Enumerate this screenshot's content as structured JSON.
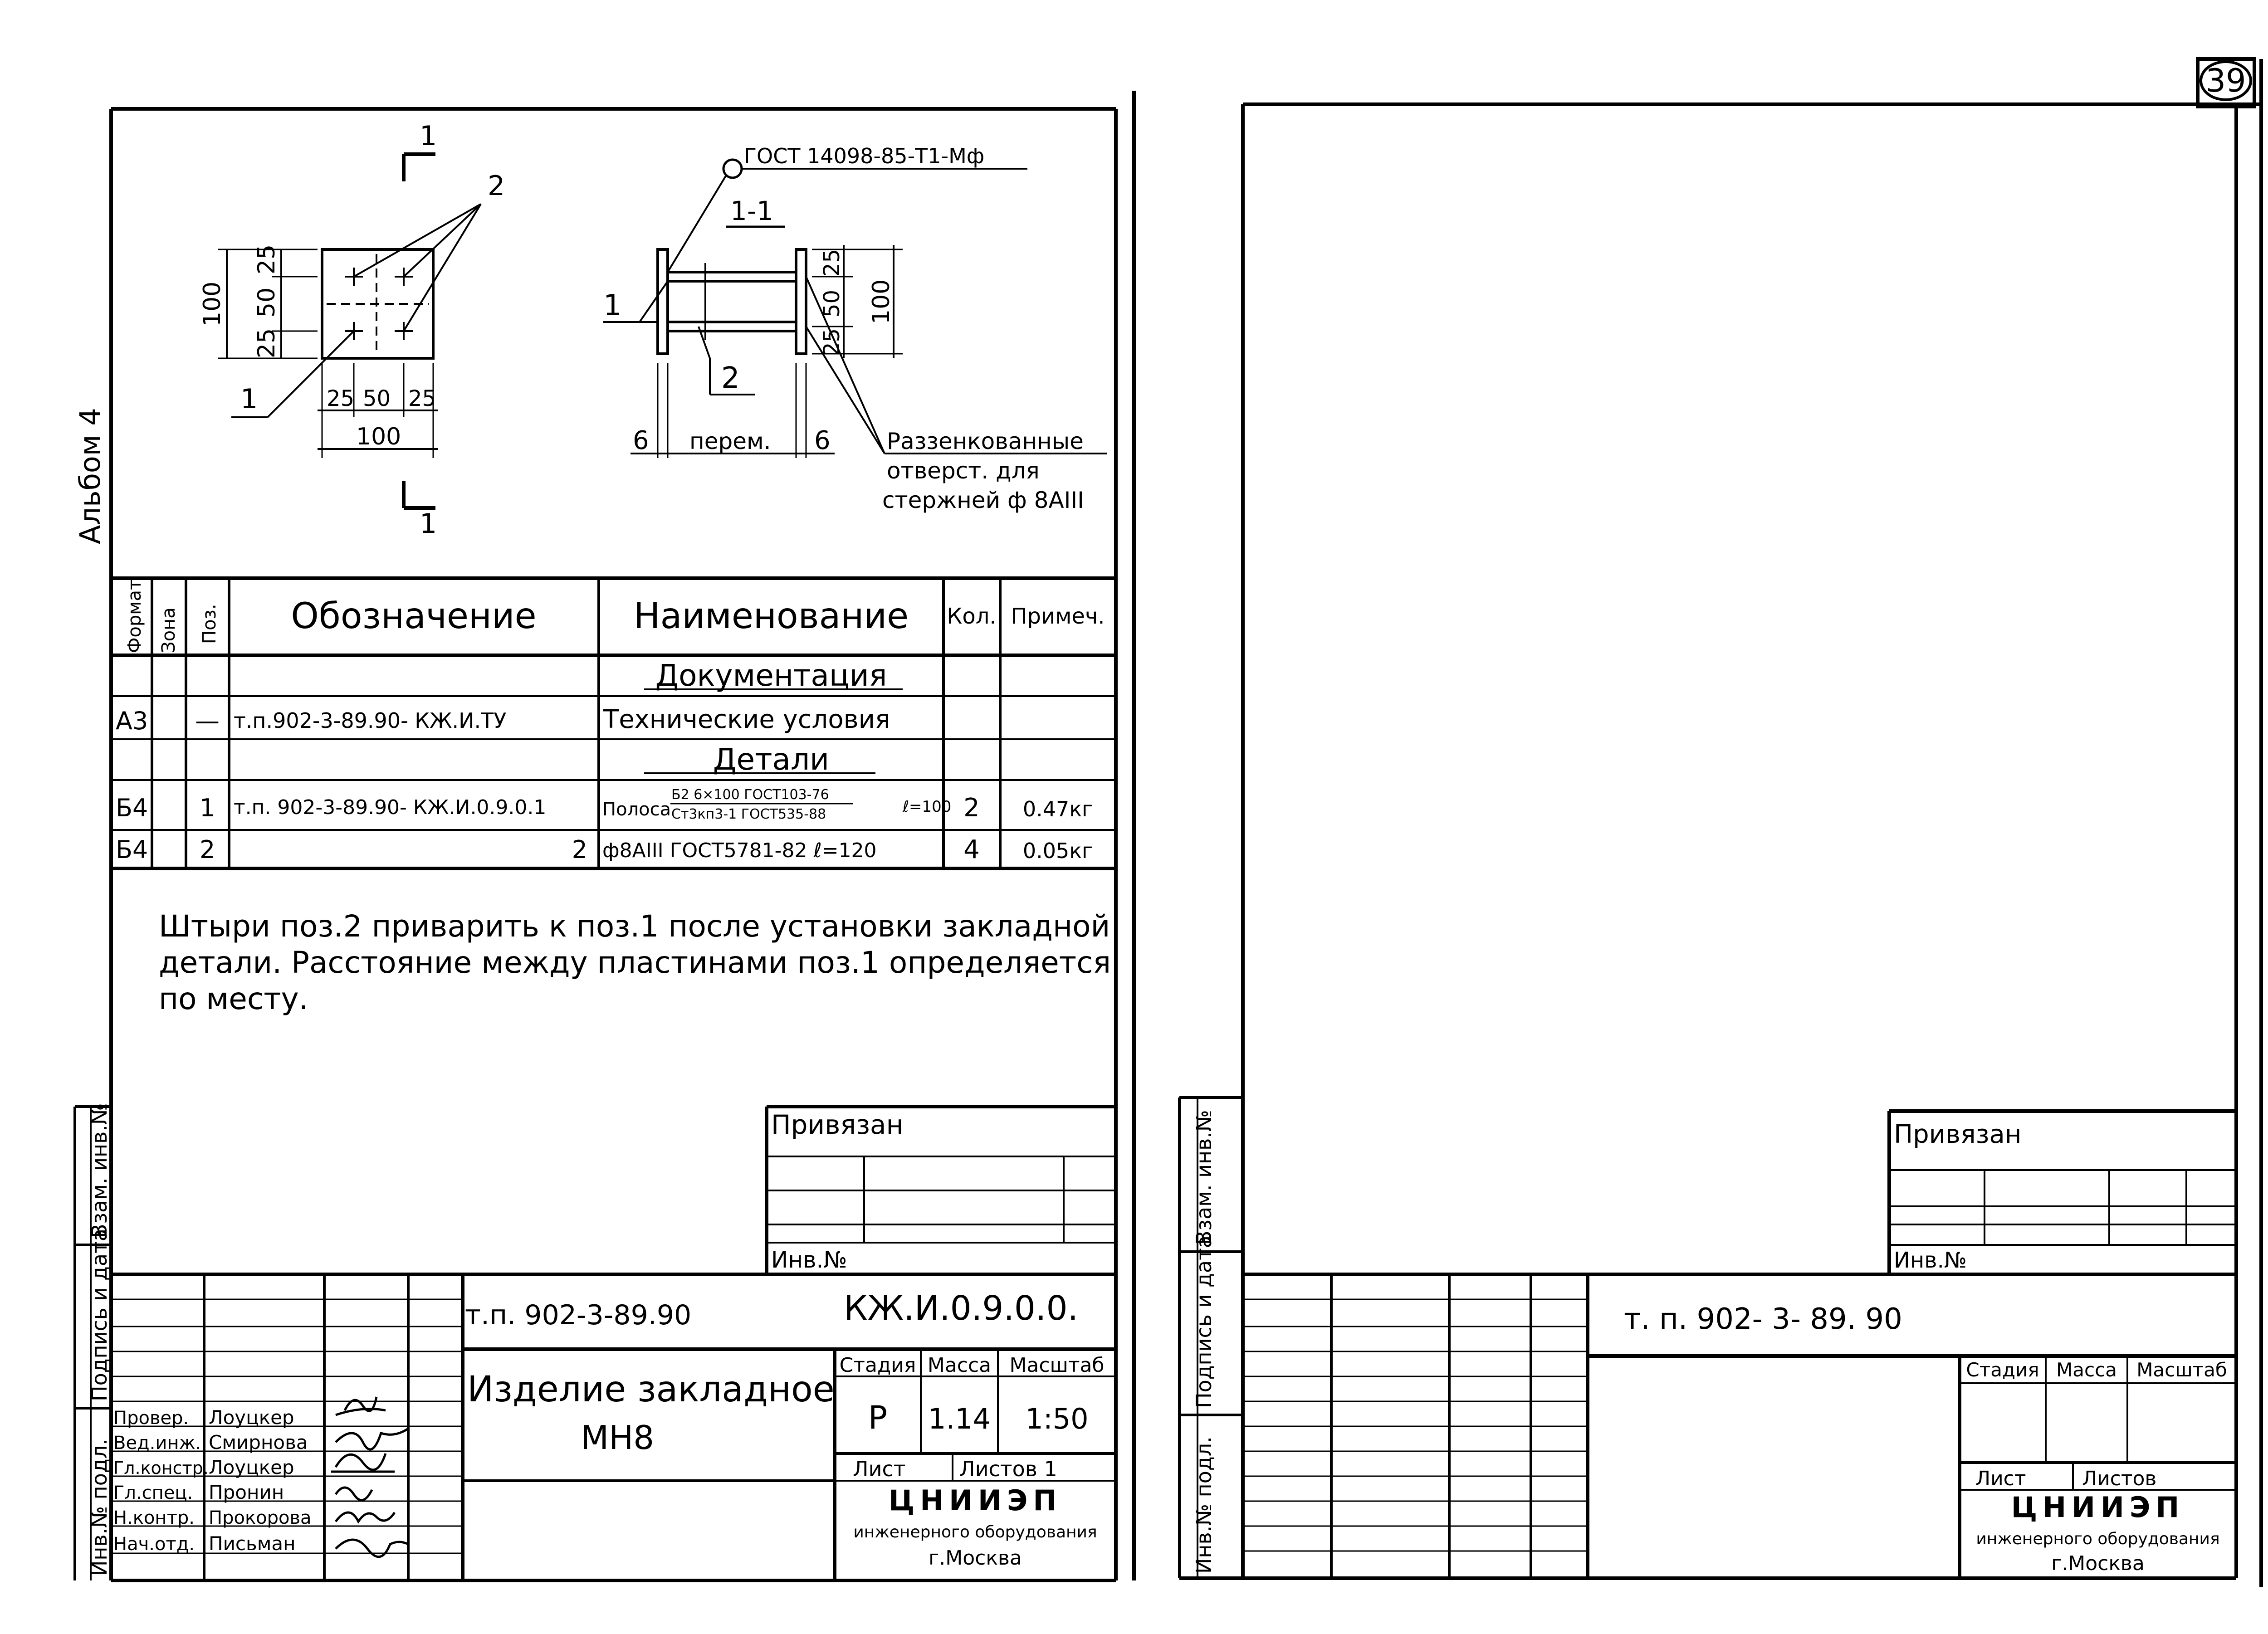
{
  "page_number": "39",
  "album_label": "Альбом 4",
  "left_sheet": {
    "drawing": {
      "section_mark": "1",
      "section_title": "1-1",
      "weld_note": "ГОСТ 14098-85-Т1-Мф",
      "callout_1": "1",
      "callout_2": "2",
      "dims_plate_left": [
        "100",
        "25",
        "50",
        "25"
      ],
      "dims_plate_bottom": [
        "25",
        "50",
        "25"
      ],
      "dim_plate_width": "100",
      "dims_section_right": [
        "25",
        "50",
        "25"
      ],
      "dim_section_height": "100",
      "dim_gap_label": "перем.",
      "dim_thickness": "6",
      "hole_note": [
        "Раззенкованные",
        "отверст. для",
        "стержней ф 8АIII"
      ]
    },
    "spec_table": {
      "headers": {
        "format": "Формат",
        "zone": "Зона",
        "pos": "Поз.",
        "designation": "Обозначение",
        "name": "Наименование",
        "qty": "Кол.",
        "note": "Примеч."
      },
      "section_documentation": "Документация",
      "section_details": "Детали",
      "rows": [
        {
          "format": "А3",
          "zone": "",
          "pos": "—",
          "designation": "т.п.902-3-89.90- КЖ.И.ТУ",
          "name": "Технические условия",
          "qty": "",
          "note": ""
        },
        {
          "format": "Б4",
          "zone": "",
          "pos": "1",
          "designation": "т.п. 902-3-89.90- КЖ.И.0.9.0.1",
          "name": "Полоса",
          "name_fraction_top": "Б2 6×100 ГОСТ103-76",
          "name_fraction_bottom": "Ст3кп3-1 ГОСТ535-88",
          "name_suffix": "ℓ=100",
          "qty": "2",
          "note": "0.47кг"
        },
        {
          "format": "Б4",
          "zone": "",
          "pos": "2",
          "designation": "2",
          "name": "ф8АIII ГОСТ5781-82 ℓ=120",
          "qty": "4",
          "note": "0.05кг"
        }
      ]
    },
    "notes": [
      "Штыри поз.2 приварить к поз.1 после установки закладной",
      "детали. Расстояние между пластинами поз.1 определяется",
      "по месту."
    ],
    "privyazan": {
      "label": "Привязан",
      "inv_label": "Инв.№"
    },
    "side_stamp": [
      "Взам. инв.№",
      "Подпись и дата",
      "Инв.№ подл."
    ],
    "title_block": {
      "code": "т.п. 902-3-89.90",
      "drawing_code": "КЖ.И.0.9.0.0.",
      "title_line1": "Изделие закладное",
      "title_line2": "МН8",
      "stage_label": "Стадия",
      "mass_label": "Масса",
      "scale_label": "Масштаб",
      "stage": "Р",
      "mass": "1.14",
      "scale": "1:50",
      "sheet_label": "Лист",
      "sheets_label": "Листов 1",
      "org_name": "ЦНИИЭП",
      "org_sub": "инженерного оборудования",
      "org_city": "г.Москва",
      "roles": [
        {
          "role": "Провер.",
          "name": "Лоуцкер"
        },
        {
          "role": "Вед.инж.",
          "name": "Смирнова"
        },
        {
          "role": "Гл.констр.",
          "name": "Лоуцкер"
        },
        {
          "role": "Гл.спец.",
          "name": "Пронин"
        },
        {
          "role": "Н.контр.",
          "name": "Прокорова"
        },
        {
          "role": "Нач.отд.",
          "name": "Письман"
        }
      ]
    }
  },
  "right_sheet": {
    "privyazan": {
      "label": "Привязан",
      "inv_label": "Инв.№"
    },
    "side_stamp": [
      "Взам. инв.№",
      "Подпись и дата",
      "Инв.№ подл."
    ],
    "title_block": {
      "code": "т. п. 902- 3- 89. 90",
      "stage_label": "Стадия",
      "mass_label": "Масса",
      "scale_label": "Масштаб",
      "sheet_label": "Лист",
      "sheets_label": "Листов",
      "org_name": "ЦНИИЭП",
      "org_sub": "инженерного оборудования",
      "org_city": "г.Москва"
    }
  }
}
